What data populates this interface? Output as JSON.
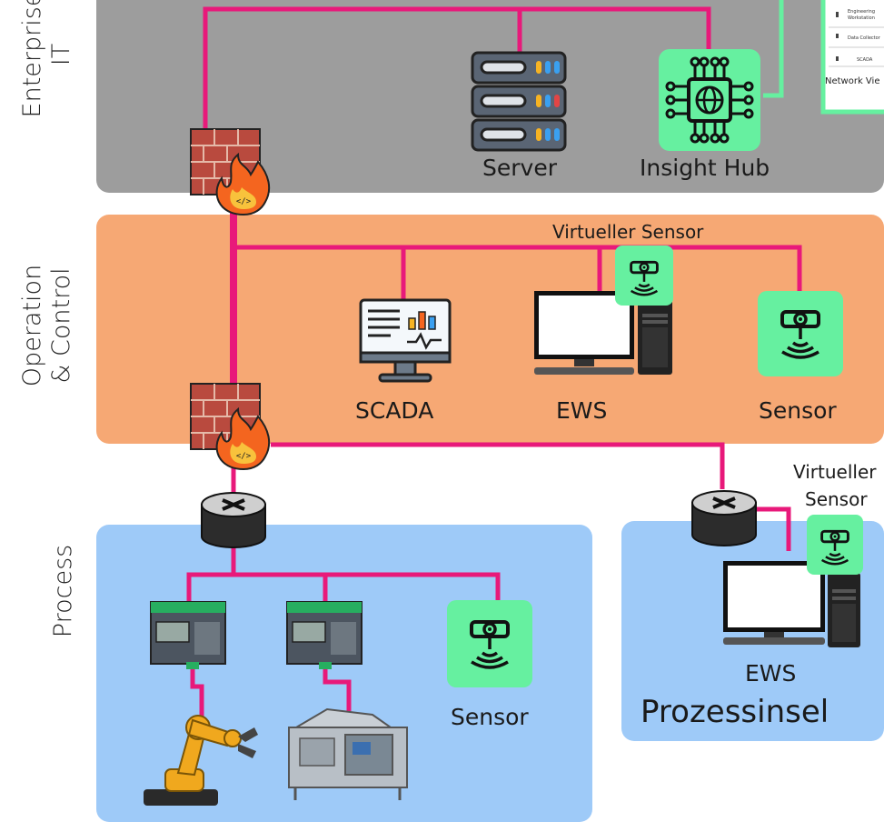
{
  "zones": {
    "enterprise_it": "Enterprise\nIT",
    "operation_control": "Operation\n& Control",
    "process": "Process",
    "prozessinsel": "Prozessinsel"
  },
  "nodes": {
    "server": "Server",
    "insight_hub": "Insight Hub",
    "virtual_sensor_oc": "Virtueller Sensor",
    "scada": "SCADA",
    "ews_oc": "EWS",
    "sensor_oc": "Sensor",
    "virtual_sensor_insel_line1": "Virtueller",
    "virtual_sensor_insel_line2": "Sensor",
    "ews_insel": "EWS",
    "sensor_process": "Sensor"
  },
  "screen_thumbnail": {
    "items": [
      "Engineering Workstation",
      "Data Collector",
      "SCADA"
    ],
    "footer": "Network Vie"
  },
  "colors": {
    "link": "#e8197a",
    "sensor_bg": "#66f0a0",
    "enterprise_zone": "#9d9d9d",
    "operation_zone": "#f6a874",
    "process_zone": "#9ecaf8"
  }
}
